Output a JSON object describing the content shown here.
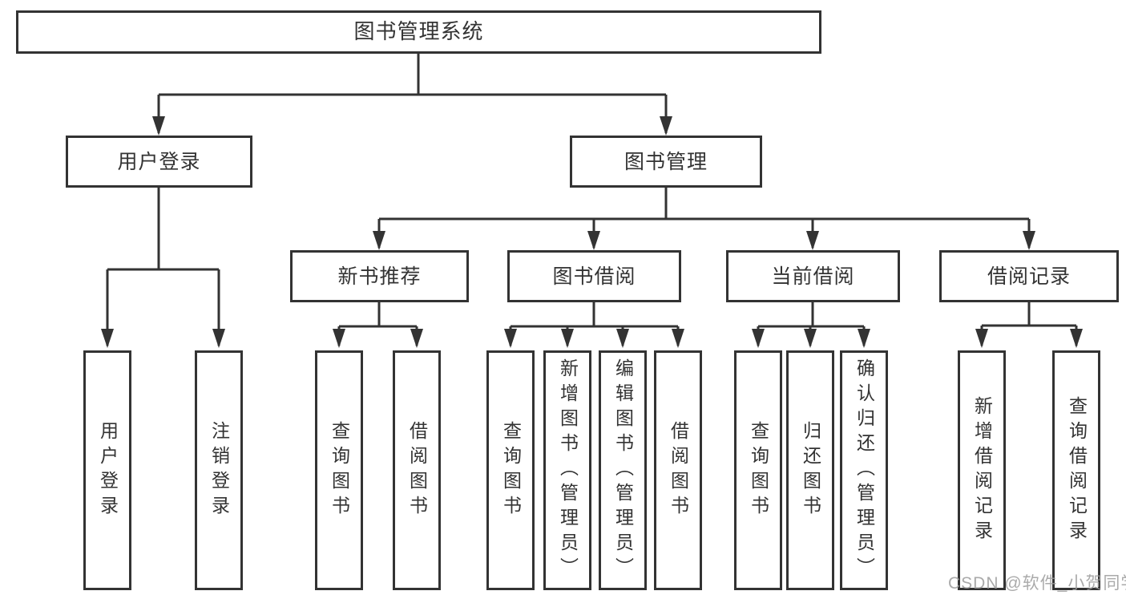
{
  "diagram": {
    "root": {
      "label": "图书管理系统"
    },
    "branches": [
      {
        "label": "用户登录",
        "children": [
          {
            "label": "用户登录"
          },
          {
            "label": "注销登录"
          }
        ]
      },
      {
        "label": "图书管理",
        "children": [
          {
            "label": "新书推荐",
            "children": [
              {
                "label": "查询图书"
              },
              {
                "label": "借阅图书"
              }
            ]
          },
          {
            "label": "图书借阅",
            "children": [
              {
                "label": "查询图书"
              },
              {
                "label": "新增图书（管理员）"
              },
              {
                "label": "编辑图书（管理员）"
              },
              {
                "label": "借阅图书"
              }
            ]
          },
          {
            "label": "当前借阅",
            "children": [
              {
                "label": "查询图书"
              },
              {
                "label": "归还图书"
              },
              {
                "label": "确认归还（管理员）"
              }
            ]
          },
          {
            "label": "借阅记录",
            "children": [
              {
                "label": "新增借阅记录"
              },
              {
                "label": "查询借阅记录"
              }
            ]
          }
        ]
      }
    ],
    "colors": {
      "line": "#333333",
      "text": "#333333",
      "background": "#ffffff",
      "watermark": "#9b9b9b"
    },
    "watermark": "CSDN @软件_小贺同学"
  }
}
